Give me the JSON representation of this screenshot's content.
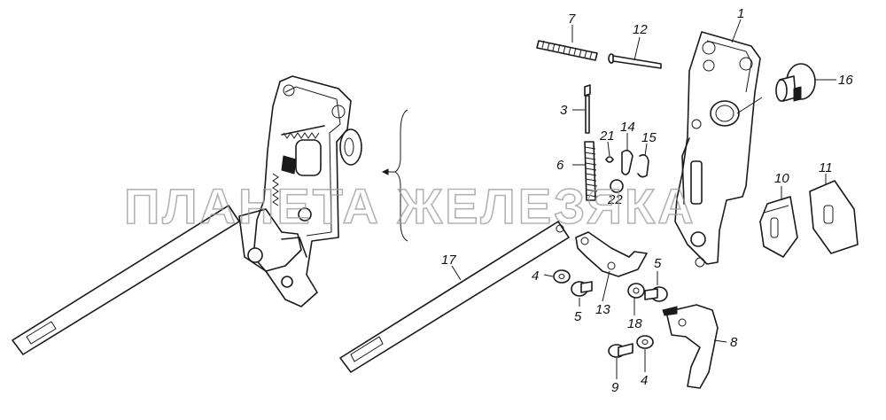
{
  "watermark": "ПЛАНЕТА ЖЕЛЕЗЯКА",
  "callouts": {
    "c1": "1",
    "c3": "3",
    "c4a": "4",
    "c4b": "4",
    "c5a": "5",
    "c5b": "5",
    "c6": "6",
    "c7": "7",
    "c8": "8",
    "c9": "9",
    "c10": "10",
    "c11": "11",
    "c12": "12",
    "c13": "13",
    "c14": "14",
    "c15": "15",
    "c16": "16",
    "c17": "17",
    "c18": "18",
    "c21": "21",
    "c22": "22"
  }
}
